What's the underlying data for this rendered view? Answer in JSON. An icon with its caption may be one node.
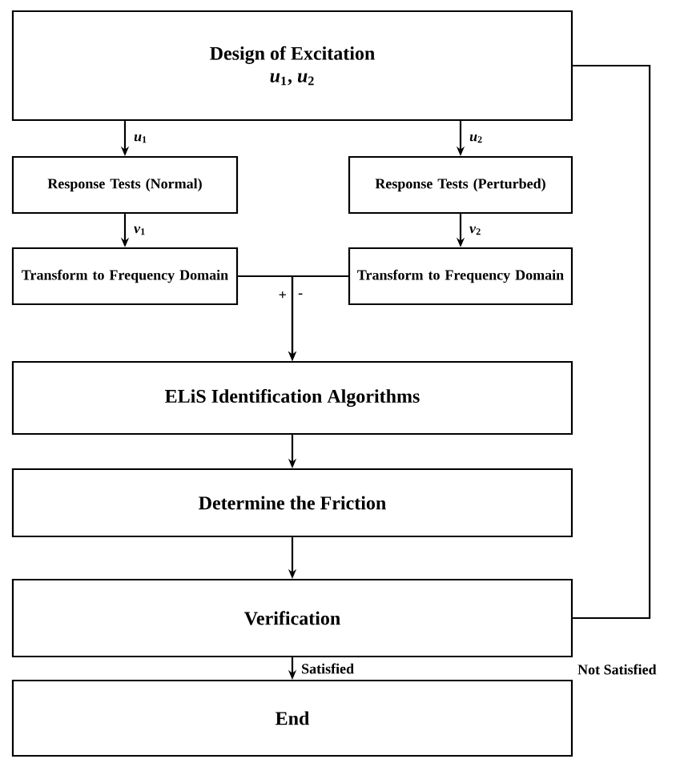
{
  "diagram": {
    "nodes": [
      {
        "text": [
          "Design of Excitation",
          "*u*$_{1}$, *u*$_{2}$"
        ]
      },
      {
        "text": [
          "Response Tests (Normal)"
        ]
      },
      {
        "text": [
          "Response Tests (Perturbed)"
        ]
      },
      {
        "text": [
          "Transform to Frequency Domain"
        ]
      },
      {
        "text": [
          "Transform to Frequency Domain"
        ]
      },
      {
        "text": [
          "ELiS Identification Algorithms"
        ]
      },
      {
        "text": [
          "Determine the Friction"
        ]
      },
      {
        "text": [
          "Verification"
        ]
      },
      {
        "text": [
          "End"
        ]
      }
    ],
    "edges": [
      {
        "from": 0,
        "to": 1,
        "arrow": "to",
        "label": "*u*$_{1}$"
      },
      {
        "from": 0,
        "to": 2,
        "arrow": "to",
        "label": "*u*$_{2}$"
      },
      {
        "from": 1,
        "to": 3,
        "arrow": "to",
        "label": "*v*$_{1}$"
      },
      {
        "from": 2,
        "to": 4,
        "arrow": "to",
        "label": "*v*$_{2}$"
      },
      {
        "from": 3,
        "to": 5,
        "arrow": "to",
        "label": "+"
      },
      {
        "from": 4,
        "to": 5,
        "arrow": "to",
        "label": "-"
      },
      {
        "from": 5,
        "to": 6,
        "arrow": "to"
      },
      {
        "from": 6,
        "to": 7,
        "arrow": "to"
      },
      {
        "from": 7,
        "to": 8,
        "arrow": "to",
        "label": "Satisfied"
      },
      {
        "from": 7,
        "to": 0,
        "arrow": "none",
        "label": "Not Satisfied"
      }
    ]
  }
}
